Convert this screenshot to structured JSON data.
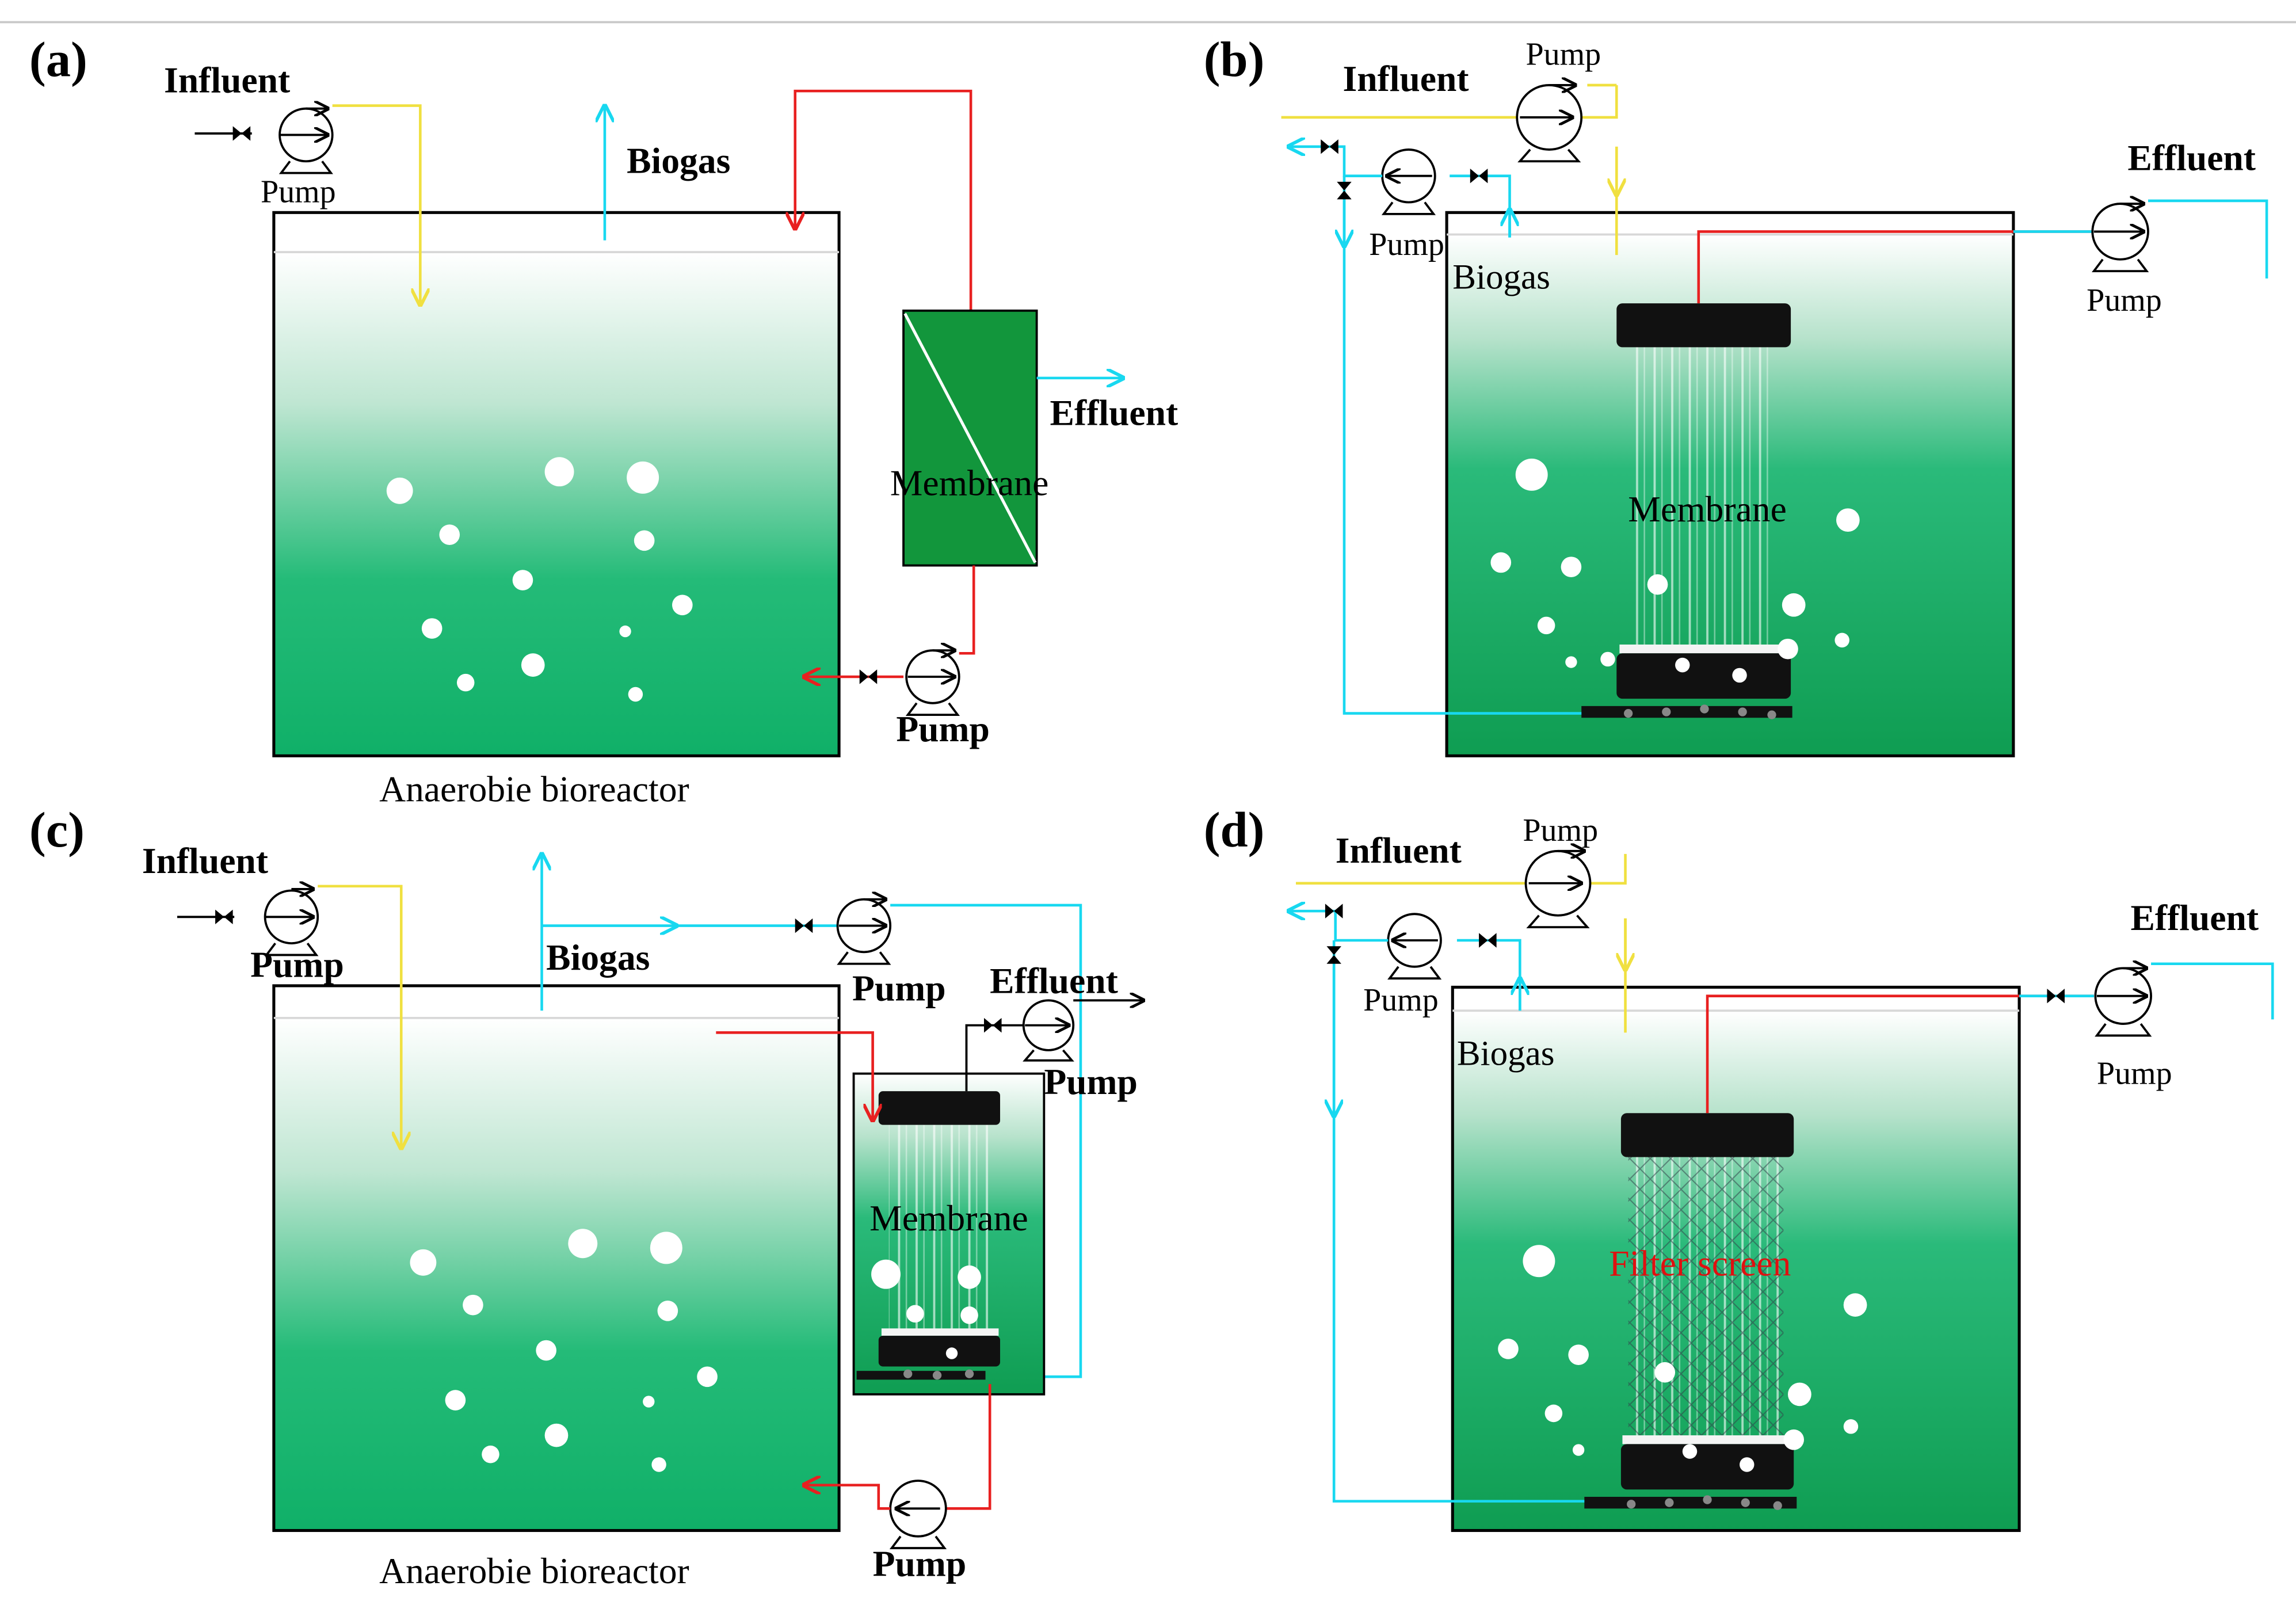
{
  "panels": {
    "a": {
      "tag": "(a)",
      "influent": "Influent",
      "pump_influent": "Pump",
      "biogas": "Biogas",
      "effluent": "Effluent",
      "membrane": "Membrane",
      "pump_return": "Pump",
      "reactor": "Anaerobie bioreactor"
    },
    "b": {
      "tag": "(b)",
      "influent": "Influent",
      "pump_influent": "Pump",
      "pump_gas": "Pump",
      "biogas": "Biogas",
      "membrane": "Membrane",
      "effluent": "Effluent",
      "pump_effluent": "Pump"
    },
    "c": {
      "tag": "(c)",
      "influent": "Influent",
      "pump_influent": "Pump",
      "biogas": "Biogas",
      "pump_gas": "Pump",
      "effluent": "Effluent",
      "pump_effluent": "Pump",
      "membrane": "Membrane",
      "pump_return": "Pump",
      "reactor": "Anaerobie bioreactor"
    },
    "d": {
      "tag": "(d)",
      "influent": "Influent",
      "pump_influent": "Pump",
      "pump_gas": "Pump",
      "biogas": "Biogas",
      "filter": "Filter screen",
      "effluent": "Effluent",
      "pump_effluent": "Pump"
    }
  },
  "colors": {
    "influent_line": "#f0e040",
    "biogas_line": "#18d8f0",
    "sludge_line": "#e82020",
    "liquid_top": "#ffffff",
    "liquid_bottom": "#14b46a",
    "membrane_module": "#12963c",
    "filter_text": "#e01010"
  }
}
